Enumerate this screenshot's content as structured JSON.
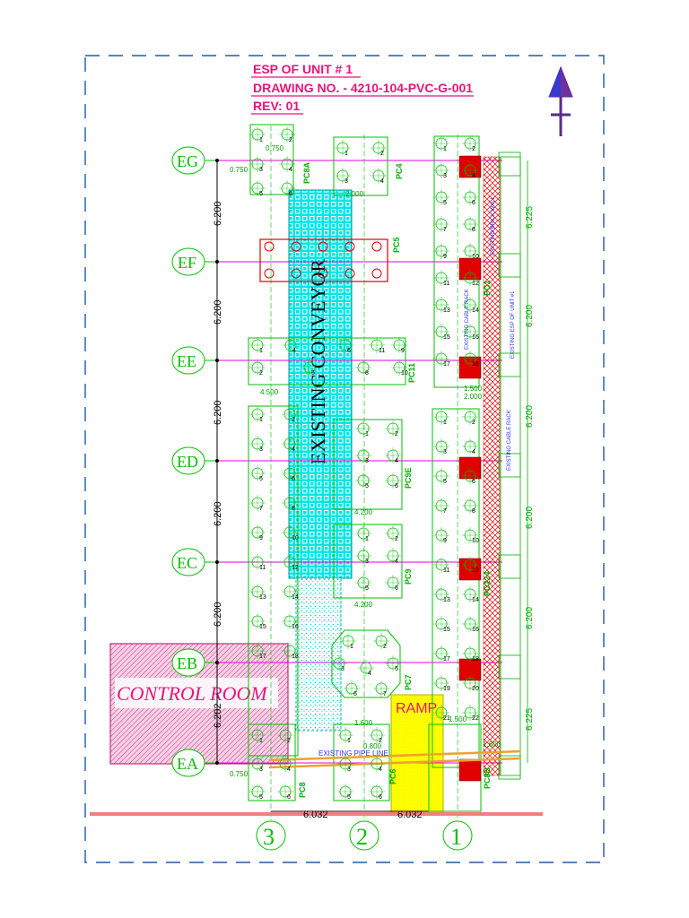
{
  "title": {
    "line1": "ESP OF UNIT  # 1",
    "line2": "DRAWING NO. - 4210-104-PVC-G-001",
    "line3": "REV: 01"
  },
  "grid_rows": [
    "EG",
    "EF",
    "EE",
    "ED",
    "EC",
    "EB",
    "EA"
  ],
  "grid_cols": [
    "3",
    "2",
    "1"
  ],
  "row_spacing_left": [
    "6.200",
    "6.200",
    "6.200",
    "6.200",
    "6.200",
    "6.202"
  ],
  "row_spacing_right": [
    "6.225",
    "6.200",
    "6.200",
    "6.200",
    "6.200",
    "6.225"
  ],
  "col_spacing": [
    "6.032",
    "6.032"
  ],
  "labels": {
    "conveyor": "EXISTING CONVEYOR",
    "control_room": "CONTROL ROOM",
    "ramp": "RAMP",
    "brick_wall": "EXISTING BRICK WALL",
    "esp_unit": "EXISTING ESP OF UNIT #1",
    "cable_rack_1": "EXISTING CABLE RACK",
    "cable_rack_2": "EXISTING CABLE RACK",
    "pipe_line": "EXISTING PIPE LINE"
  },
  "pile_caps": [
    "PC8A",
    "PC4",
    "PC5",
    "PC11",
    "PC9E",
    "PC9",
    "PC7",
    "PC6",
    "PC8",
    "PC224",
    "PC8B",
    "PC1"
  ],
  "pile_numbers": {
    "pc8a": [
      "1",
      "2",
      "3",
      "4",
      "5",
      "6"
    ],
    "pc4": [
      "1",
      "2",
      "3",
      "4"
    ],
    "pc11": [
      "1",
      "2",
      "4",
      "5",
      "6",
      "8",
      "9",
      "10",
      "11"
    ],
    "pc9e": [
      "1",
      "2",
      "3",
      "4",
      "5",
      "6"
    ],
    "pc9": [
      "1",
      "2",
      "3",
      "4",
      "5",
      "6"
    ],
    "pc7": [
      "1",
      "2",
      "3",
      "4",
      "5",
      "6",
      "7"
    ],
    "left_col": [
      "1",
      "2",
      "3",
      "4",
      "5",
      "6",
      "7",
      "8",
      "9",
      "10",
      "11",
      "12",
      "13",
      "14",
      "15",
      "16",
      "17",
      "18"
    ],
    "right_col": [
      "1",
      "2",
      "3",
      "4",
      "5",
      "6",
      "7",
      "8",
      "9",
      "10",
      "11",
      "12",
      "13",
      "14",
      "15",
      "16",
      "17",
      "18",
      "19",
      "20",
      "21",
      "22"
    ],
    "top_right": [
      "1",
      "2",
      "3",
      "4",
      "5",
      "6",
      "7",
      "8",
      "9",
      "10",
      "11",
      "12",
      "13",
      "14",
      "15",
      "16",
      "17",
      "18"
    ],
    "bottom_left": [
      "1",
      "2",
      "3",
      "4",
      "5",
      "6"
    ],
    "bottom_mid": [
      "1",
      "2",
      "3",
      "4",
      "5",
      "6"
    ]
  },
  "small_dims": [
    "0.750",
    "2.000",
    "1.500",
    "1.600",
    "0.800",
    "4.500",
    "2.000",
    "1.500",
    "1.600",
    "0.750",
    "0.750",
    "4.200",
    "4.200"
  ],
  "colors": {
    "title": "#e8147a",
    "grid": "#00c000",
    "magenta_line": "#e000e0",
    "conveyor": "#00e5e5",
    "red_box": "#e00000",
    "ramp": "#ffff00",
    "border": "#1e5aa8"
  }
}
